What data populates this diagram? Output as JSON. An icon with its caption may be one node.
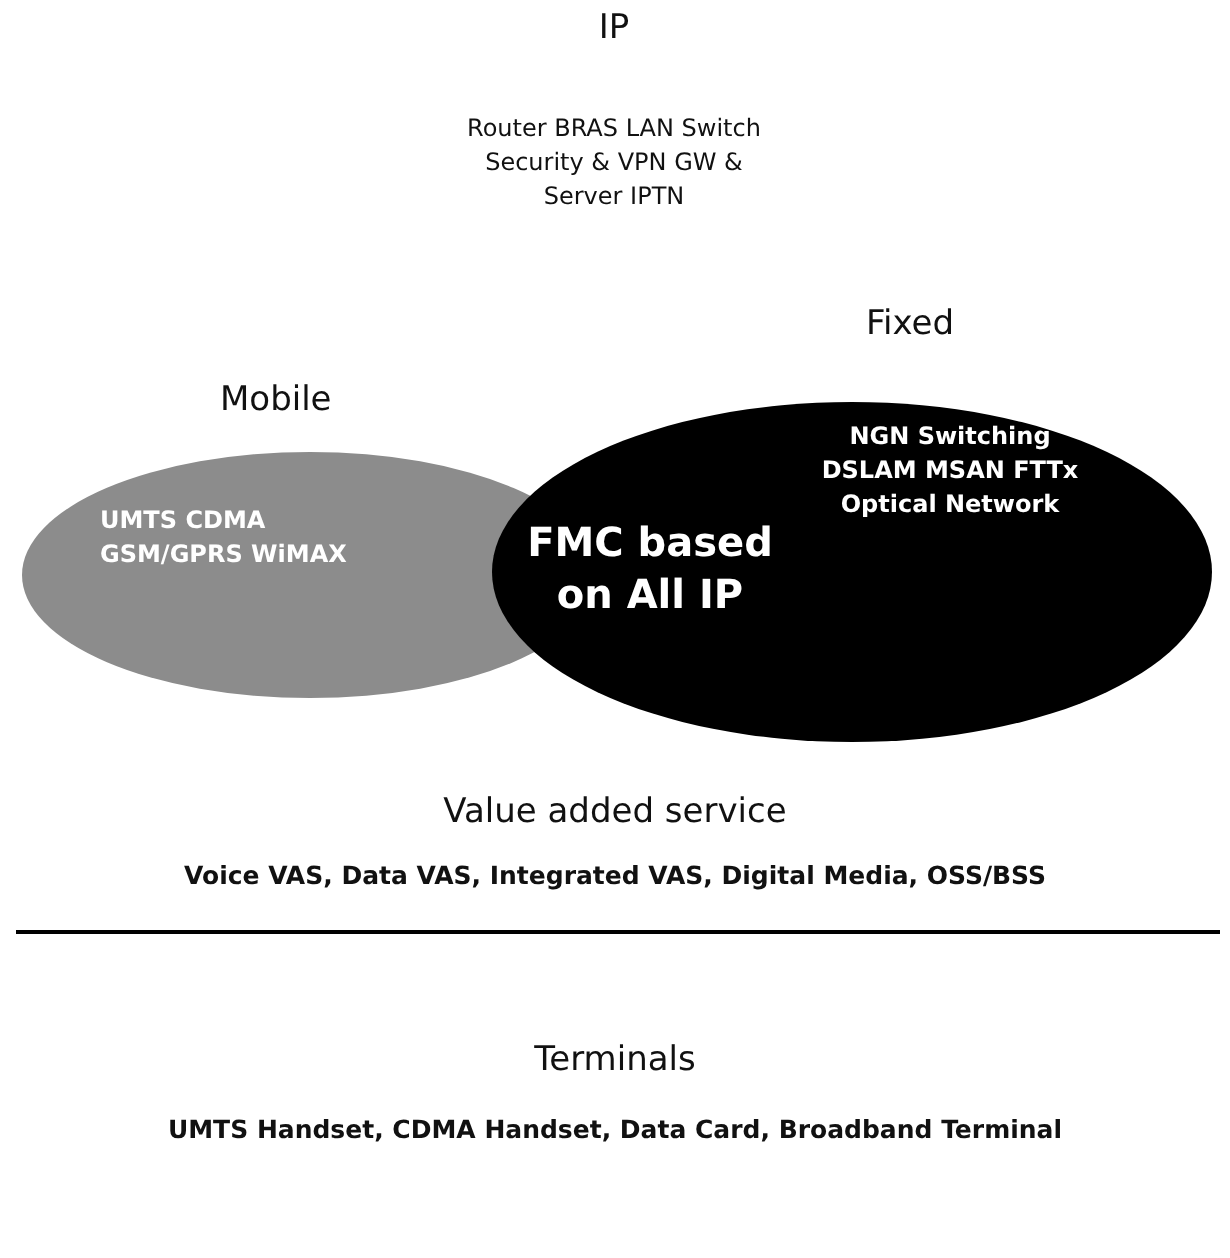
{
  "diagram": {
    "nodes": [
      {
        "text": [
          "Mobile",
          "UMTS CDMA GSM/GPRS WiMAX"
        ]
      },
      {
        "text": [
          "Fixed",
          "NGN Switching DSLAM MSAN FTTx Optical Network"
        ]
      }
    ],
    "labels": [
      "IP",
      "Router BRAS LAN Switch Security & VPN GW & Server IPTN",
      "FMC based on All IP",
      "Value added service",
      "Voice VAS, Data VAS, Integrated VAS, Digital Media, OSS/BSS",
      "Terminals",
      "UMTS Handset, CDMA Handset, Data Card, Broadband Terminal"
    ]
  }
}
